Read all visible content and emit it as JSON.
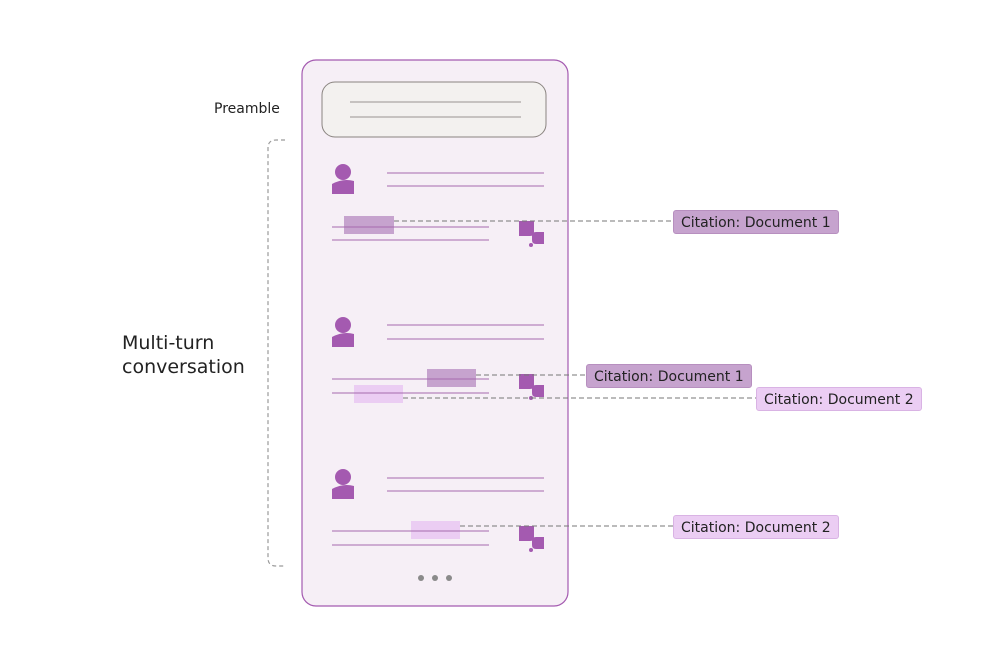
{
  "labels": {
    "preamble": "Preamble",
    "multi_turn_line1": "Multi-turn",
    "multi_turn_line2": "conversation"
  },
  "citations": [
    {
      "text": "Citation: Document 1",
      "document": 1
    },
    {
      "text": "Citation: Document 1",
      "document": 1
    },
    {
      "text": "Citation: Document 2",
      "document": 2
    },
    {
      "text": "Citation: Document 2",
      "document": 2
    }
  ],
  "colors": {
    "panel_fill": "#f6eff6",
    "panel_stroke": "#a45ab0",
    "preamble_fill": "#f3f1ef",
    "preamble_stroke": "#8a8480",
    "text_line": "#a66aad",
    "avatar": "#a45ab0",
    "doc1_highlight": "#c6a3ce",
    "doc2_highlight": "#ebcdf3",
    "bracket": "#9a9a9a",
    "dots": "#8a8a8a"
  }
}
